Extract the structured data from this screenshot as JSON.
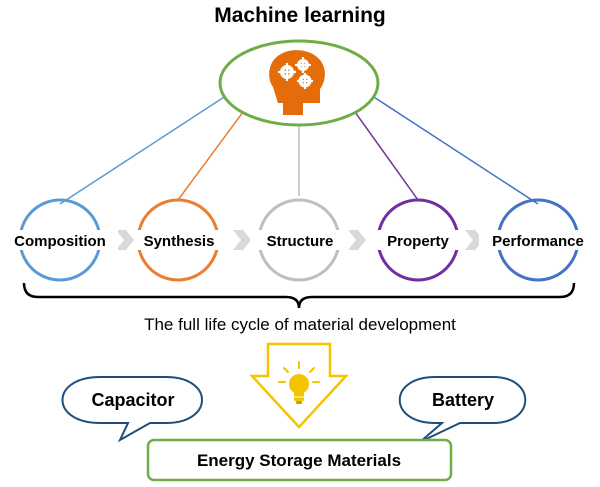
{
  "diagram": {
    "title": "Machine learning",
    "stages": [
      {
        "label": "Composition",
        "color": "#5b9bd5"
      },
      {
        "label": "Synthesis",
        "color": "#ed7d31"
      },
      {
        "label": "Structure",
        "color": "#bfbfbf"
      },
      {
        "label": "Property",
        "color": "#7030a0"
      },
      {
        "label": "Performance",
        "color": "#4472c4"
      }
    ],
    "caption": "The full life cycle of material development",
    "bubbles": [
      {
        "label": "Capacitor"
      },
      {
        "label": "Battery"
      }
    ],
    "bottom_box": "Energy Storage Materials",
    "colors": {
      "brain_ellipse_border": "#70ad47",
      "brain_icon": "#e46c0a",
      "arrow_border": "#f5c400",
      "bulb": "#f5c400",
      "bubble_border": "#1f4e79",
      "box_border": "#70ad47",
      "chevron": "#d9d9d9"
    },
    "icons": [
      "brain-gears-icon",
      "lightbulb-icon"
    ]
  }
}
